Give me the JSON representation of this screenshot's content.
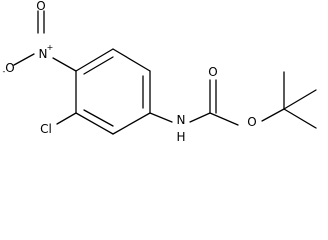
{
  "atoms": {
    "nitro_o_minus": "O",
    "nitro_o_minus_charge": "-",
    "nitro_n": "N",
    "nitro_n_charge": "+",
    "nitro_o_double": "O",
    "chlorine": "Cl",
    "amide_n": "N",
    "amide_h": "H",
    "carbonyl_o": "O",
    "ester_o": "O"
  },
  "colors": {
    "bond": "#000000",
    "label": "#000000",
    "background": "#ffffff"
  }
}
